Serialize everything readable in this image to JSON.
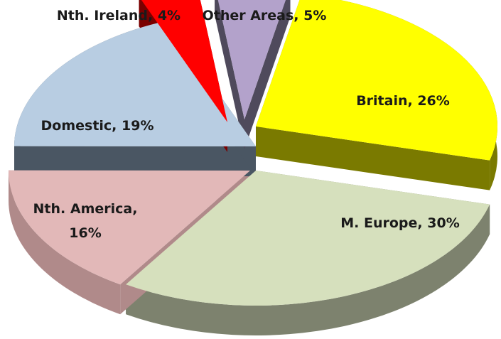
{
  "chart_data": {
    "type": "pie",
    "title": "",
    "three_d": true,
    "exploded": true,
    "slices": [
      {
        "category": "Britain",
        "value": 26,
        "label_lines": [
          "Britain, 26%"
        ],
        "color": "#ffff00",
        "side_color": "#7a7a00"
      },
      {
        "category": "M. Europe",
        "value": 30,
        "label_lines": [
          "M. Europe, 30%"
        ],
        "color": "#d6e0bd",
        "side_color": "#7d826e"
      },
      {
        "category": "Nth. America",
        "value": 16,
        "label_lines": [
          "Nth. America,",
          "16%"
        ],
        "color": "#e2b8b8",
        "side_color": "#b08a8a"
      },
      {
        "category": "Domestic",
        "value": 19,
        "label_lines": [
          "Domestic, 19%"
        ],
        "color": "#b8cde2",
        "side_color": "#4a5663"
      },
      {
        "category": "Nth. Ireland",
        "value": 4,
        "label_lines": [
          "Nth. Ireland, 4%"
        ],
        "color": "#ff0000",
        "side_color": "#7a0000"
      },
      {
        "category": "Other Areas",
        "value": 5,
        "label_lines": [
          "Other Areas, 5%"
        ],
        "color": "#b3a2cb",
        "side_color": "#4f4a5c"
      }
    ]
  }
}
